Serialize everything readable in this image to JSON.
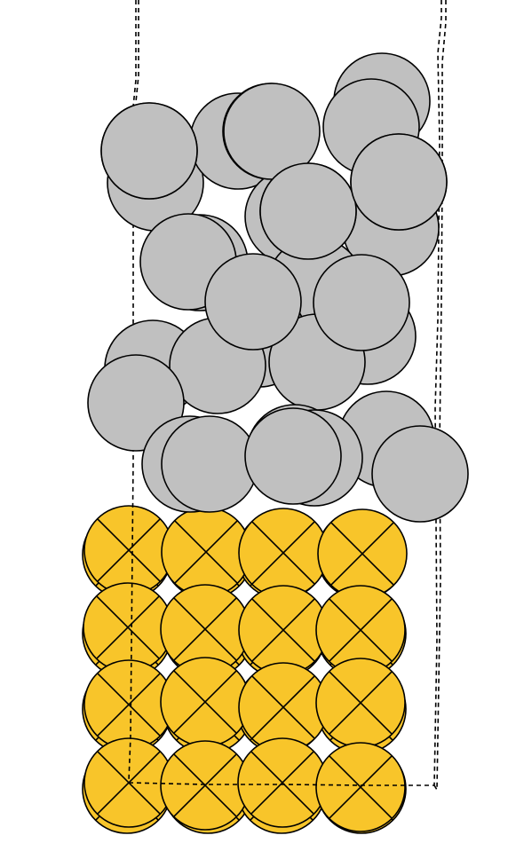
{
  "diagram": {
    "description_visible_text": "",
    "colors": {
      "background": "#ffffff",
      "gas_atom_fill": "#c0c0c0",
      "gas_atom_stroke": "#000000",
      "solid_atom_fill": "#f8c52a",
      "solid_atom_stroke": "#000000",
      "cell_outline": "#000000"
    },
    "atom_types": [
      {
        "kind": "gas-atom",
        "marker": "none"
      },
      {
        "kind": "solid-atom",
        "marker": "x-cross"
      }
    ],
    "solid_lattice": {
      "rows": 4,
      "columns": 4
    },
    "gas_atom_count": 32,
    "cell_outline_style": "dashed"
  }
}
